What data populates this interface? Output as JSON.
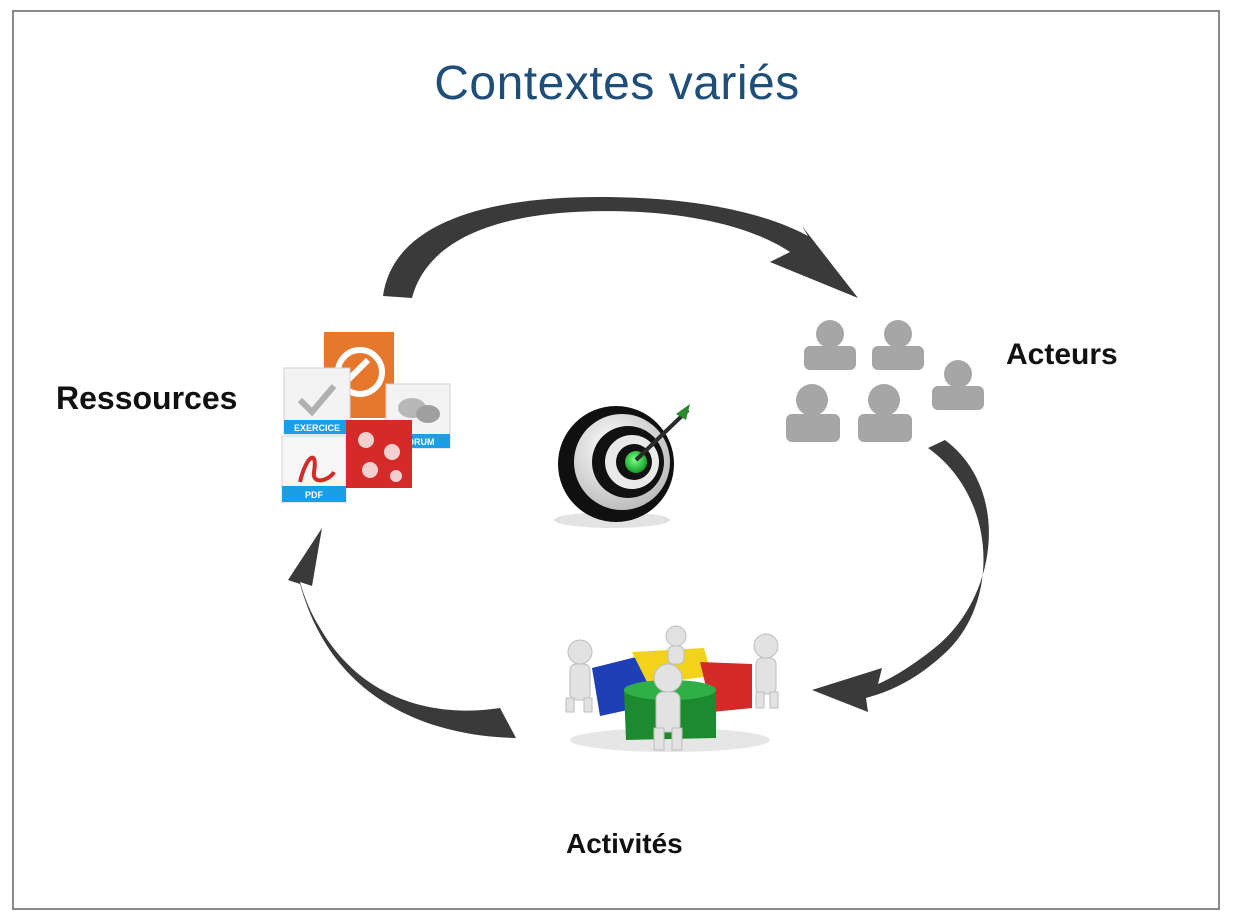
{
  "title": "Contextes variés",
  "nodes": {
    "ressources": "Ressources",
    "acteurs": "Acteurs",
    "activites": "Activités"
  },
  "resource_tiles": {
    "exercice": "EXERCICE",
    "forum": "FORUM",
    "pdf": "PDF"
  },
  "icons": {
    "center": "target-icon",
    "ressources": "documents-icon",
    "acteurs": "people-group-icon",
    "activites": "puzzle-team-icon"
  },
  "colors": {
    "title": "#1f4e79",
    "arrow": "#3a3a3a",
    "people": "#a6a6a6",
    "target_green": "#1fd13a",
    "puzzle_red": "#d42a2a",
    "puzzle_blue": "#1f3fb5",
    "puzzle_yellow": "#f2d21b",
    "puzzle_green": "#1c8a2e",
    "doc_orange": "#e8772e"
  }
}
